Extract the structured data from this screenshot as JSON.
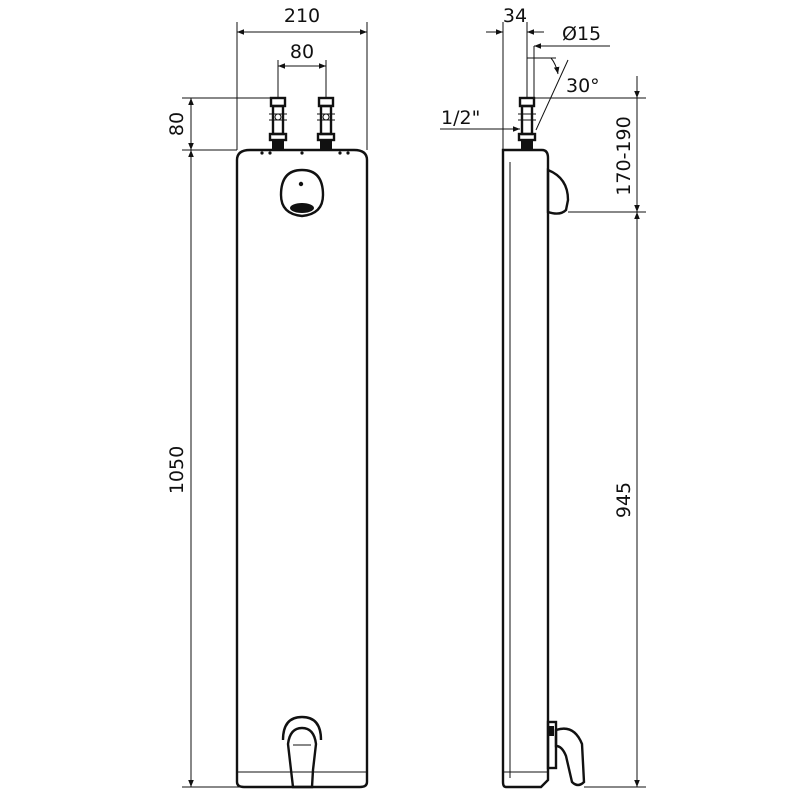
{
  "front_view": {
    "dim_width": "210",
    "dim_inlet_spacing": "80",
    "dim_inlet_height": "80",
    "dim_total_height": "1050"
  },
  "side_view": {
    "dim_depth": "34",
    "dim_diameter": "Ø15",
    "dim_angle": "30°",
    "dim_thread": "1/2\"",
    "dim_head_range": "170-190",
    "dim_handle_height": "945"
  }
}
